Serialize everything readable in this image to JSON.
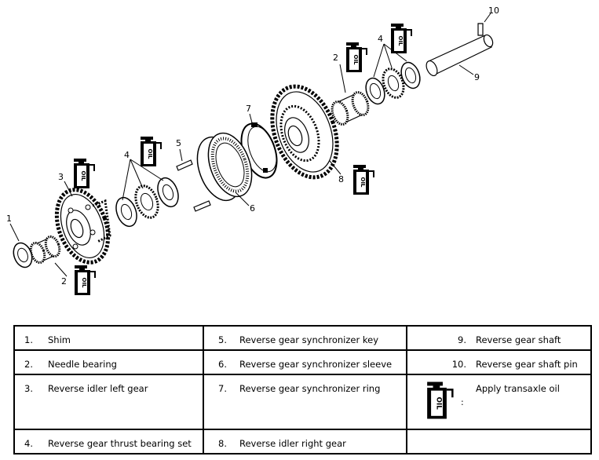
{
  "callouts": {
    "c1": "1",
    "c2a": "2",
    "c2b": "2",
    "c3": "3",
    "c4a": "4",
    "c4b": "4",
    "c5": "5",
    "c6": "6",
    "c7": "7",
    "c8": "8",
    "c9": "9",
    "c10": "10"
  },
  "oil_symbol": {
    "word": "OIL"
  },
  "legend": {
    "rows": [
      [
        {
          "num": "1.",
          "label": "Shim"
        },
        {
          "num": "5.",
          "label": "Reverse gear synchronizer key"
        },
        {
          "num": "9.",
          "label": "Reverse gear shaft"
        }
      ],
      [
        {
          "num": "2.",
          "label": "Needle bearing"
        },
        {
          "num": "6.",
          "label": "Reverse gear synchronizer sleeve"
        },
        {
          "num": "10.",
          "label": "Reverse gear shaft pin"
        }
      ],
      [
        {
          "num": "3.",
          "label": "Reverse idler left gear"
        },
        {
          "num": "7.",
          "label": "Reverse gear synchronizer ring"
        },
        {
          "num": "",
          "label": "Apply transaxle oil",
          "colon": ":"
        }
      ],
      [
        {
          "num": "4.",
          "label": "Reverse gear thrust bearing set"
        },
        {
          "num": "8.",
          "label": "Reverse idler right gear"
        },
        {
          "num": "",
          "label": ""
        }
      ]
    ]
  }
}
